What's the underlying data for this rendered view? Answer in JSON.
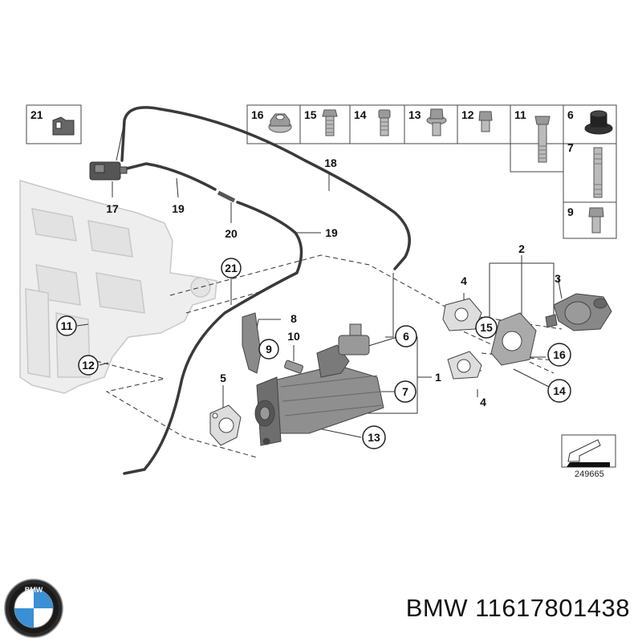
{
  "callouts": {
    "c1": "1",
    "c2": "2",
    "c3": "3",
    "c4a": "4",
    "c4b": "4",
    "c5": "5",
    "c6": "6",
    "c7": "7",
    "c8": "8",
    "c9": "9",
    "c10": "10",
    "c11": "11",
    "c12": "12",
    "c13": "13",
    "c14": "14",
    "c15": "15",
    "c16": "16",
    "c17": "17",
    "c18": "18",
    "c19a": "19",
    "c19b": "19",
    "c20": "20",
    "c21": "21"
  },
  "hardware_table": {
    "c16": "16",
    "c15": "15",
    "c14": "14",
    "c13": "13",
    "c12": "12",
    "c11": "11",
    "c6": "6",
    "c7": "7",
    "c9": "9"
  },
  "legend_21": "21",
  "reference_number": "249665",
  "brand": {
    "name": "BMW",
    "part_number": "11617801438"
  }
}
